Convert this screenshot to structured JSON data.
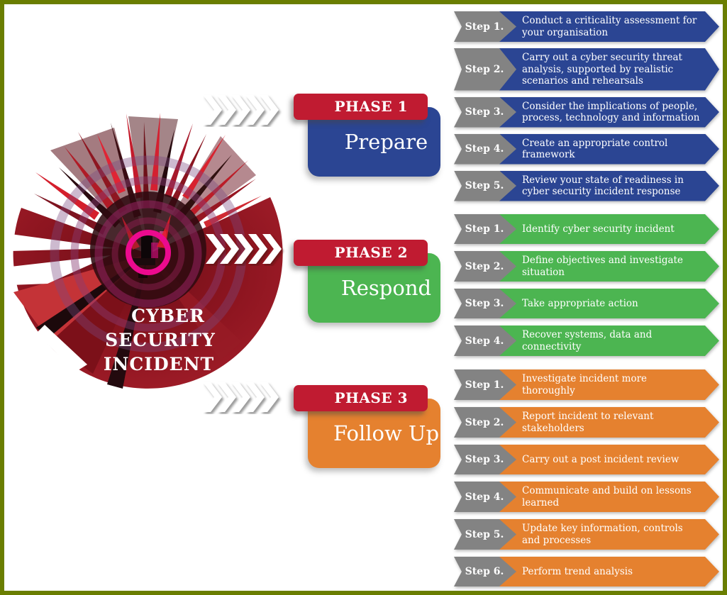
{
  "colors": {
    "frame_border": "#6a7e01",
    "phase_tag_red": "#c01b31",
    "phase1_blue": "#2b4593",
    "phase2_green": "#4cb551",
    "phase3_orange": "#e5812f",
    "step_tab_gray": "#838383",
    "burst_magenta": "#ec0a8e",
    "burst_dark_red": "#8e1520",
    "text_white": "#ffffff"
  },
  "incident_graphic": {
    "line1": "CYBER",
    "line2": "SECURITY",
    "line3": "INCIDENT"
  },
  "phases": [
    {
      "tag": "PHASE 1",
      "name": "Prepare",
      "color": "#2b4593",
      "steps": [
        {
          "label": "Step 1.",
          "text": "Conduct a criticality assessment for your organisation"
        },
        {
          "label": "Step 2.",
          "text": "Carry out a cyber security threat analysis, supported by realistic scenarios and rehearsals"
        },
        {
          "label": "Step 3.",
          "text": "Consider the implications of people, process, technology and information"
        },
        {
          "label": "Step 4.",
          "text": "Create an appropriate control framework"
        },
        {
          "label": "Step 5.",
          "text": "Review your state of readiness in cyber security incident response"
        }
      ]
    },
    {
      "tag": "PHASE 2",
      "name": "Respond",
      "color": "#4cb551",
      "steps": [
        {
          "label": "Step 1.",
          "text": "Identify cyber security incident"
        },
        {
          "label": "Step 2.",
          "text": "Define objectives and investigate situation"
        },
        {
          "label": "Step 3.",
          "text": "Take appropriate action"
        },
        {
          "label": "Step 4.",
          "text": "Recover systems, data and connectivity"
        }
      ]
    },
    {
      "tag": "PHASE 3",
      "name": "Follow Up",
      "color": "#e5812f",
      "steps": [
        {
          "label": "Step 1.",
          "text": "Investigate incident more thoroughly"
        },
        {
          "label": "Step 2.",
          "text": "Report incident to relevant stakeholders"
        },
        {
          "label": "Step 3.",
          "text": "Carry out a post incident review"
        },
        {
          "label": "Step 4.",
          "text": "Communicate and build on lessons learned"
        },
        {
          "label": "Step 5.",
          "text": "Update key information, controls and processes"
        },
        {
          "label": "Step 6.",
          "text": "Perform trend analysis"
        }
      ]
    }
  ]
}
